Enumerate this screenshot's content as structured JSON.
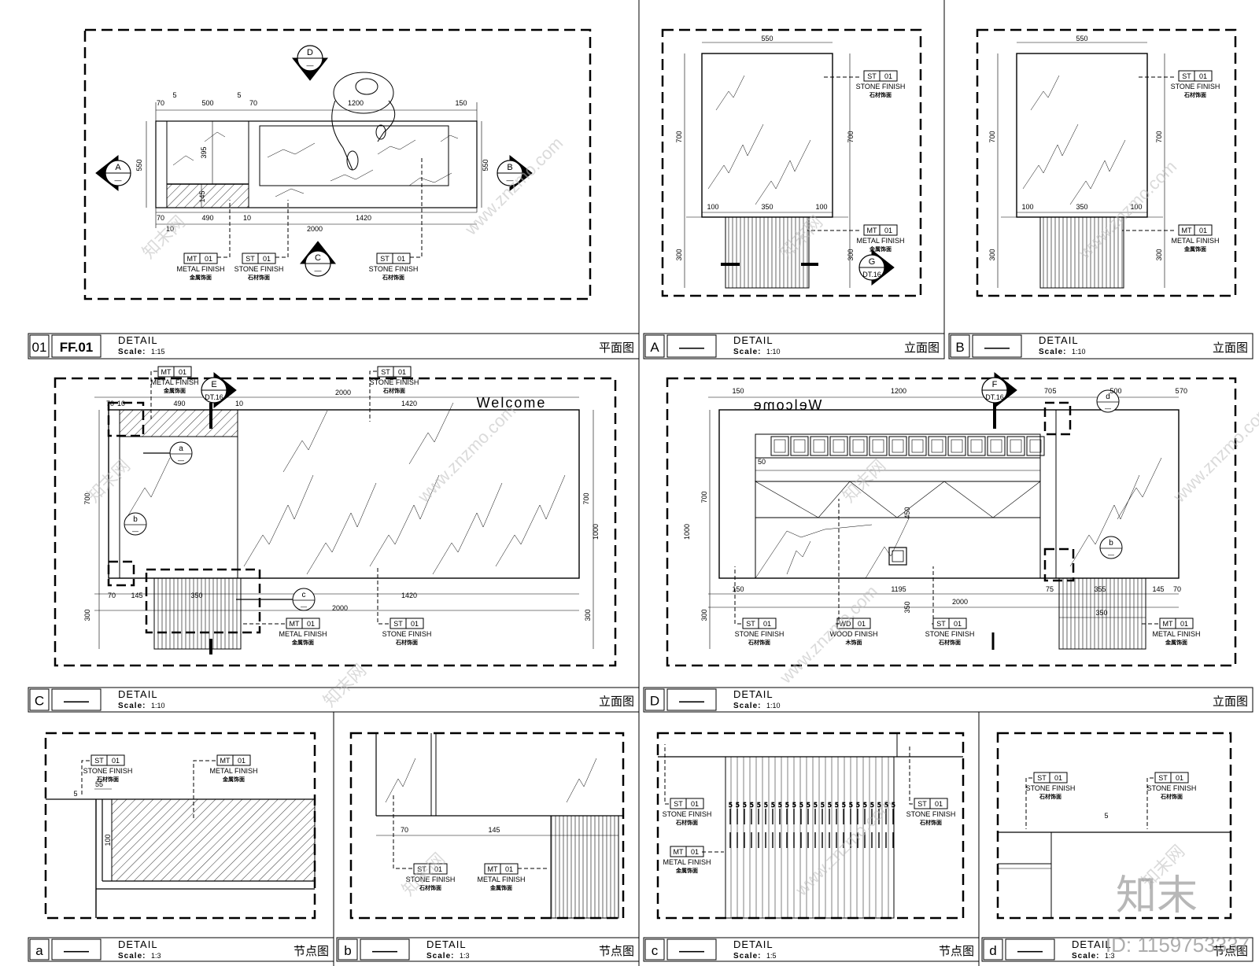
{
  "panels": [
    {
      "id": "01",
      "code": "FF.01",
      "title": "DETAIL",
      "scale_label": "Scale:",
      "scale": "1:15",
      "type": "平面图"
    },
    {
      "id": "A",
      "code": "——",
      "title": "DETAIL",
      "scale_label": "Scale:",
      "scale": "1:10",
      "type": "立面图"
    },
    {
      "id": "B",
      "code": "——",
      "title": "DETAIL",
      "scale_label": "Scale:",
      "scale": "1:10",
      "type": "立面图"
    },
    {
      "id": "C",
      "code": "——",
      "title": "DETAIL",
      "scale_label": "Scale:",
      "scale": "1:10",
      "type": "立面图"
    },
    {
      "id": "D",
      "code": "——",
      "title": "DETAIL",
      "scale_label": "Scale:",
      "scale": "1:10",
      "type": "立面图"
    },
    {
      "id": "a",
      "code": "——",
      "title": "DETAIL",
      "scale_label": "Scale:",
      "scale": "1:3",
      "type": "节点图"
    },
    {
      "id": "b",
      "code": "——",
      "title": "DETAIL",
      "scale_label": "Scale:",
      "scale": "1:3",
      "type": "节点图"
    },
    {
      "id": "c",
      "code": "——",
      "title": "DETAIL",
      "scale_label": "Scale:",
      "scale": "1:5",
      "type": "节点图"
    },
    {
      "id": "d",
      "code": "——",
      "title": "DETAIL",
      "scale_label": "Scale:",
      "scale": "1:3",
      "type": "节点图"
    }
  ],
  "tags": {
    "st": {
      "code": "ST",
      "num": "01",
      "en": "STONE  FINISH",
      "cn": "石材饰面"
    },
    "mt": {
      "code": "MT",
      "num": "01",
      "en": "METAL  FINISH",
      "cn": "金属饰面"
    },
    "wd": {
      "code": "WD",
      "num": "01",
      "en": "WOOD  FINISH",
      "cn": "木饰面"
    }
  },
  "markers": {
    "a": "A",
    "b": "B",
    "c": "C",
    "d": "D",
    "e": "E",
    "f": "F",
    "g": "G",
    "dt": "DT.16",
    "dash": "—",
    "la": "a",
    "lb": "b",
    "lc": "c",
    "ld": "d"
  },
  "dims": {
    "plan_top": [
      "70",
      "5",
      "500",
      "5",
      "70",
      "1200",
      "150"
    ],
    "plan_bottom": [
      "70",
      "490",
      "10",
      "1420",
      "10",
      "2000"
    ],
    "plan_side": [
      "550",
      "395",
      "145",
      "550"
    ],
    "ab": [
      "550",
      "700",
      "700",
      "100",
      "350",
      "100",
      "300",
      "300"
    ],
    "c_top": [
      "70",
      "10",
      "490",
      "10",
      "2000",
      "1420"
    ],
    "c_side": [
      "700",
      "700",
      "1000",
      "300",
      "300"
    ],
    "c_bottom": [
      "70",
      "145",
      "350",
      "2000",
      "1420"
    ],
    "d_top": [
      "150",
      "1200",
      "70",
      "5",
      "500",
      "5",
      "70"
    ],
    "d_side": [
      "700",
      "1000",
      "300"
    ],
    "d_bottom": [
      "150",
      "1195",
      "75",
      "355",
      "145",
      "70",
      "2000",
      "350",
      "50",
      "450",
      "350"
    ],
    "nodes": [
      "55",
      "100",
      "70",
      "145",
      "5",
      "5"
    ]
  },
  "welcome": "Welcome",
  "watermark": {
    "site": "www.znzmo.com",
    "brand_cn": "知末网",
    "logo": "知末",
    "id": "ID: 1159753337"
  }
}
